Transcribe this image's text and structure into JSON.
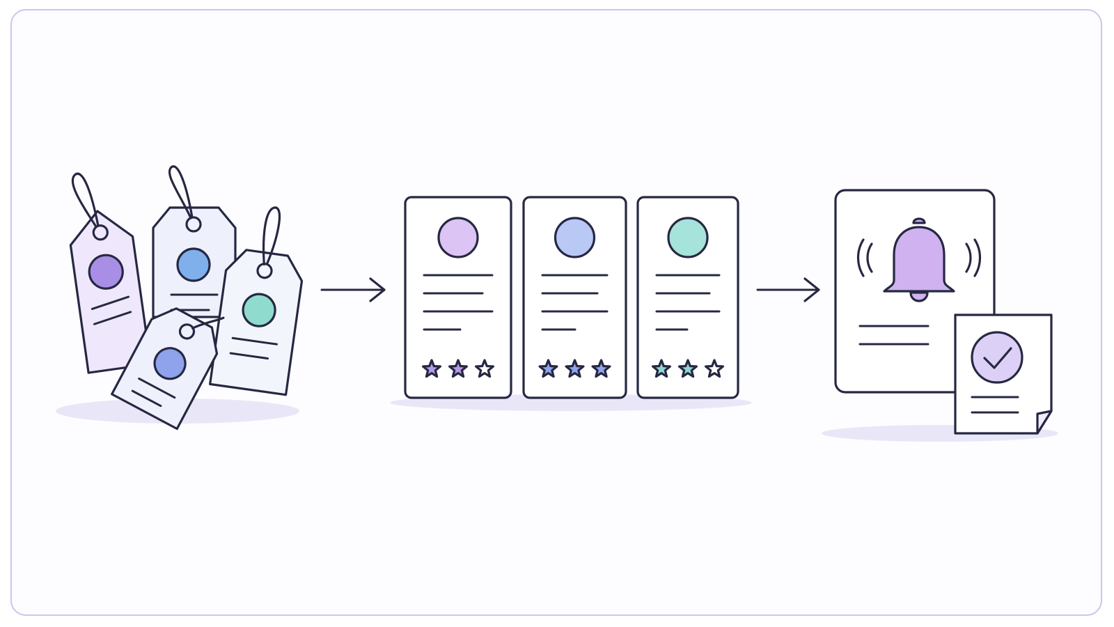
{
  "colors": {
    "ink": "#262842",
    "frame_border": "#cfc3ef",
    "tag_fills": [
      "#efe7fb",
      "#eef1fb",
      "#f3f5fd",
      "#eef0fb"
    ],
    "tag_dots": [
      "#a98ee6",
      "#7fb0ec",
      "#8fdccf",
      "#8ea3ec"
    ],
    "card_dots": [
      "#dcc4f5",
      "#b9c8f5",
      "#a6e3da"
    ],
    "card_stars": [
      "#b79ae8",
      "#8fa6ec",
      "#8fd6cf"
    ],
    "bell_fill": "#cfb2ef",
    "check_fill": "#ddd0f6"
  },
  "icons": {
    "stage1": "price-tags-icon",
    "stage2": "review-cards-icon",
    "stage3": "notification-bell-icon",
    "stage3_badge": "checkmark-document-icon",
    "connector": "arrow-right-icon"
  },
  "cards": [
    {
      "stars_filled": 2,
      "stars_total": 3
    },
    {
      "stars_filled": 3,
      "stars_total": 3
    },
    {
      "stars_filled": 2,
      "stars_total": 3
    }
  ]
}
